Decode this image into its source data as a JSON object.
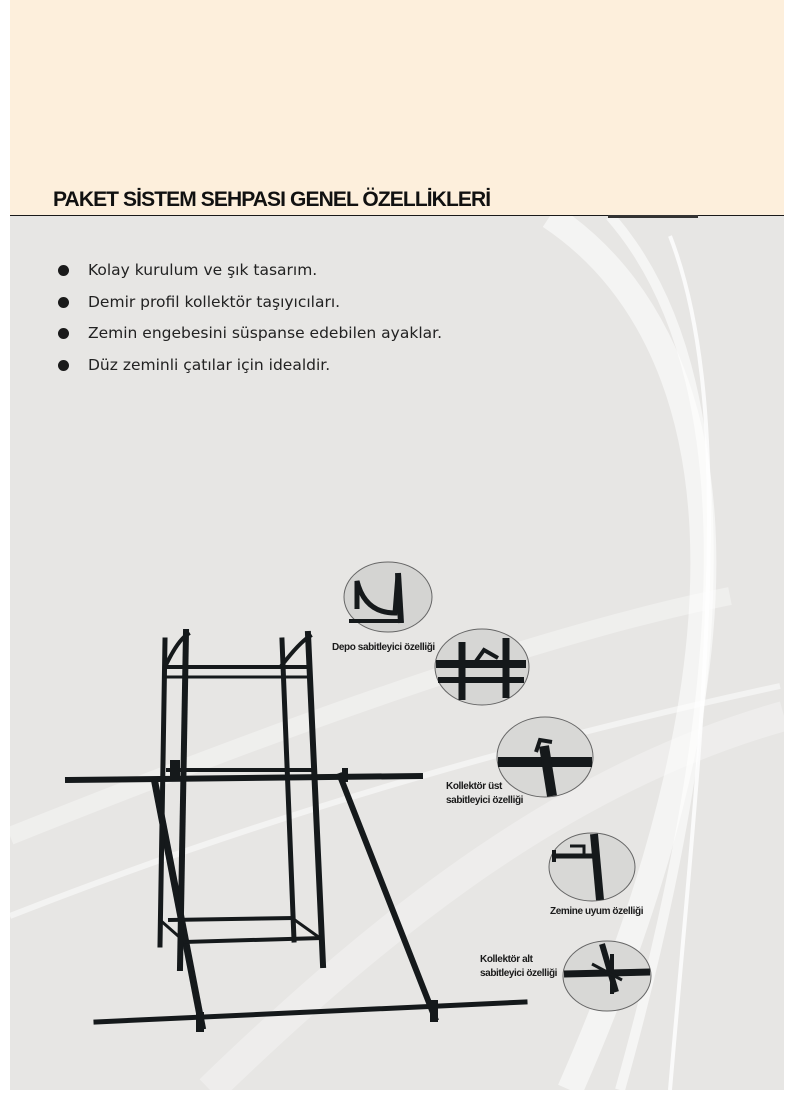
{
  "page": {
    "title": "PAKET SİSTEM SEHPASI GENEL ÖZELLİKLERİ"
  },
  "features": [
    "Kolay kurulum ve şık tasarım.",
    "Demir profil kollektör taşıyıcıları.",
    "Zemin engebesini süspanse edebilen ayaklar.",
    "Düz zeminli çatılar için idealdir."
  ],
  "details": {
    "depo": {
      "label": "Depo sabitleyici özelliği"
    },
    "kollektor_ust": {
      "line1": "Kollektör üst",
      "line2": "sabitleyici özelliği"
    },
    "zemine_uyum": {
      "label": "Zemine uyum özelliği"
    },
    "kollektor_alt": {
      "line1": "Kollektör alt",
      "line2": "sabitleyici özelliği"
    }
  },
  "colors": {
    "top_band": "#fdefdc",
    "page_bg": "#e7e6e4",
    "frame": "#15191b"
  }
}
